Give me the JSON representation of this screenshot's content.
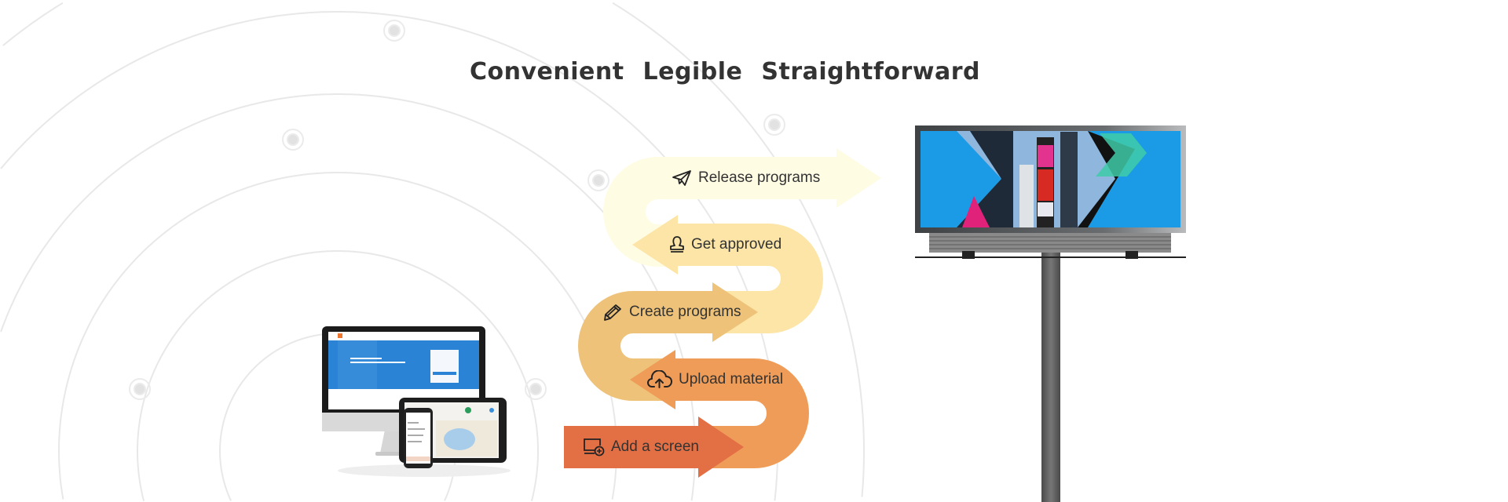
{
  "header": {
    "words": [
      "Convenient",
      "Legible",
      "Straightforward"
    ]
  },
  "steps": [
    {
      "label": "Release programs",
      "icon": "paper-plane-icon",
      "color": "#FFFCE4"
    },
    {
      "label": "Get approved",
      "icon": "stamp-icon",
      "color": "#FCE5A6"
    },
    {
      "label": "Create programs",
      "icon": "pencil-icon",
      "color": "#EEC279"
    },
    {
      "label": "Upload material",
      "icon": "cloud-upload-icon",
      "color": "#EF9C58"
    },
    {
      "label": "Add a screen",
      "icon": "monitor-add-icon",
      "color": "#E36F45"
    }
  ],
  "colors": {
    "text": "#333333",
    "ring": "#E6E6E6",
    "screen_blue": "#1B9BE6"
  }
}
